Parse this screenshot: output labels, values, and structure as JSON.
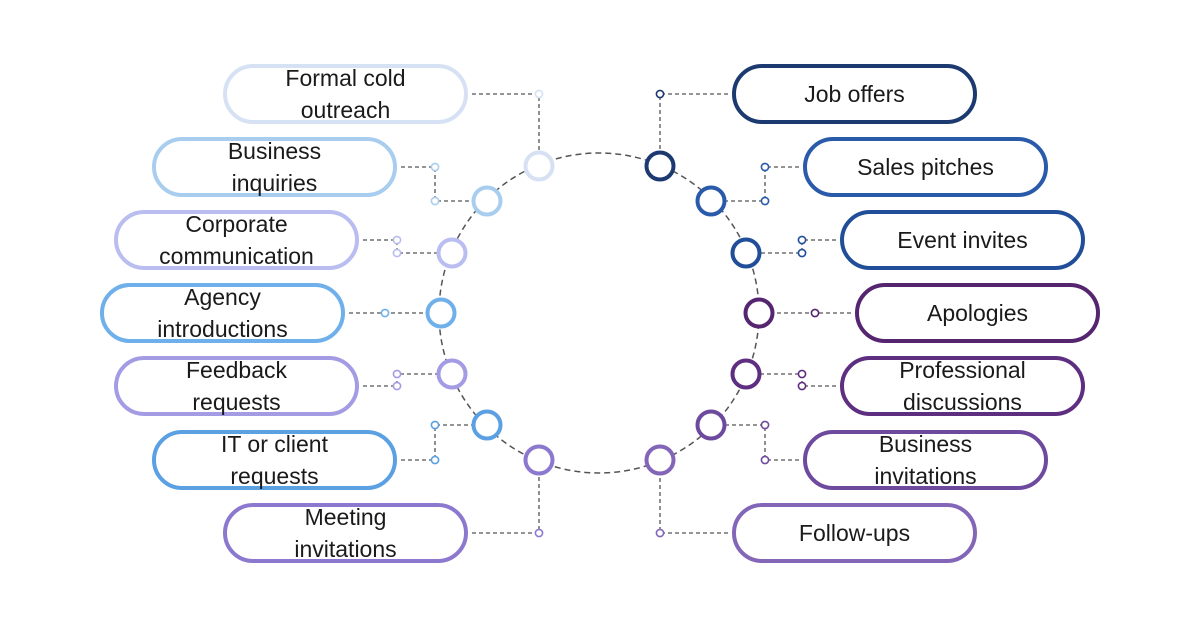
{
  "left_items": [
    {
      "label": "Formal cold\noutreach",
      "color": "#d6e2f4"
    },
    {
      "label": "Business\ninquiries",
      "color": "#a9cdef"
    },
    {
      "label": "Corporate\ncommunication",
      "color": "#b9bdf0"
    },
    {
      "label": "Agency\nintroductions",
      "color": "#6fb0ea"
    },
    {
      "label": "Feedback\nrequests",
      "color": "#a39ce4"
    },
    {
      "label": "IT or client\nrequests",
      "color": "#5aa0e2"
    },
    {
      "label": "Meeting\ninvitations",
      "color": "#8c78cf"
    }
  ],
  "right_items": [
    {
      "label": "Job offers",
      "color": "#1c3a70"
    },
    {
      "label": "Sales pitches",
      "color": "#2a5aaa"
    },
    {
      "label": "Event invites",
      "color": "#214e99"
    },
    {
      "label": "Apologies",
      "color": "#552570"
    },
    {
      "label": "Professional\ndiscussions",
      "color": "#5e2e80"
    },
    {
      "label": "Business\ninvitations",
      "color": "#6e4a9e"
    },
    {
      "label": "Follow-ups",
      "color": "#8466b8"
    }
  ],
  "ring_color": "#555555"
}
